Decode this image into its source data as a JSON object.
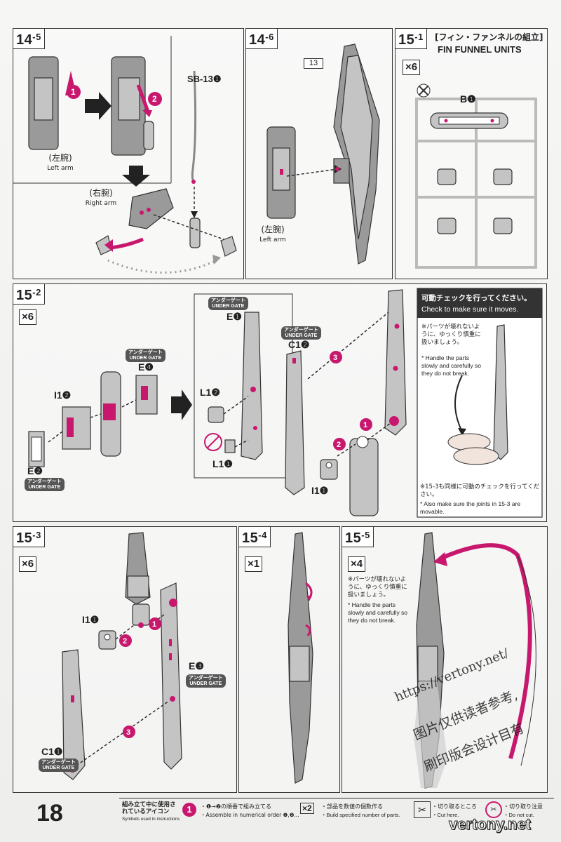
{
  "steps": {
    "s14_5": {
      "no": "14",
      "sub": "-5",
      "sb_label": "SB-13❶",
      "left_arm_jp": "(左腕)",
      "left_arm_en": "Left arm",
      "right_arm_jp": "(右腕)",
      "right_arm_en": "Right arm",
      "arrow1": "1",
      "arrow2": "2"
    },
    "s14_6": {
      "no": "14",
      "sub": "-6",
      "part13": "13",
      "left_arm_jp": "(左腕)",
      "left_arm_en": "Left arm"
    },
    "s15_1": {
      "no": "15",
      "sub": "-1",
      "title_jp": "[フィン・ファンネルの組立]",
      "title_en": "FIN FUNNEL UNITS",
      "mult": "×6",
      "part": "B❶"
    },
    "s15_2": {
      "no": "15",
      "sub": "-2",
      "mult": "×6",
      "parts": {
        "i1_2": "I1❷",
        "e4": "E❹",
        "e2": "E❷",
        "e1": "E❶",
        "l1_2": "L1❷",
        "l1_1": "L1❶",
        "c1_2": "C1❷",
        "i1_1": "I1❶"
      },
      "under_gate_jp": "アンダーゲート",
      "under_gate_en": "UNDER GATE"
    },
    "check": {
      "title_jp": "可動チェックを行ってください。",
      "title_en": "Check to make sure it moves.",
      "note_jp": "※パーツが壊れないように、ゆっくり慎重に扱いましょう。",
      "note_en": "* Handle the parts slowly and carefully so they do not break.",
      "foot_jp": "※15-3も同様に可動のチェックを行ってください。",
      "foot_en": "* Also make sure the joints in 15-3 are movable."
    },
    "s15_3": {
      "no": "15",
      "sub": "-3",
      "mult": "×6",
      "parts": {
        "i1_1": "I1❶",
        "e3": "E❸",
        "c1_1": "C1❶"
      }
    },
    "s15_4": {
      "no": "15",
      "sub": "-4",
      "mult": "×1"
    },
    "s15_5": {
      "no": "15",
      "sub": "-5",
      "mult": "×4",
      "note_jp": "※パーツが壊れないように、ゆっくり慎重に扱いましょう。",
      "note_en": "* Handle the parts slowly and carefully so they do not break."
    }
  },
  "footer": {
    "page_number": "18",
    "icons_title_jp": "組み立て中に使用されているアイコン",
    "icons_title_en": "Symbols used in instructions",
    "order_jp": "・❶→❷の順番で組み立てる",
    "order_en": "・Assemble in numerical order ❶,❷...",
    "mult_icon": "×2",
    "mult_jp": "・部品を数値の個数作る",
    "mult_en": "・Build specified number of parts.",
    "cut_jp": "・切り取るところ",
    "cut_en": "・Cut here.",
    "nocut_jp": "・切り取り注意",
    "nocut_en": "・Do not cut."
  },
  "watermark": {
    "url": "https://vertony.net/",
    "line1": "图片仅供读者参考,",
    "line2": "刷印版会设计目有",
    "brand": "vertony.net"
  },
  "colors": {
    "accent": "#c8186e",
    "plastic": "#9a9a9a"
  }
}
